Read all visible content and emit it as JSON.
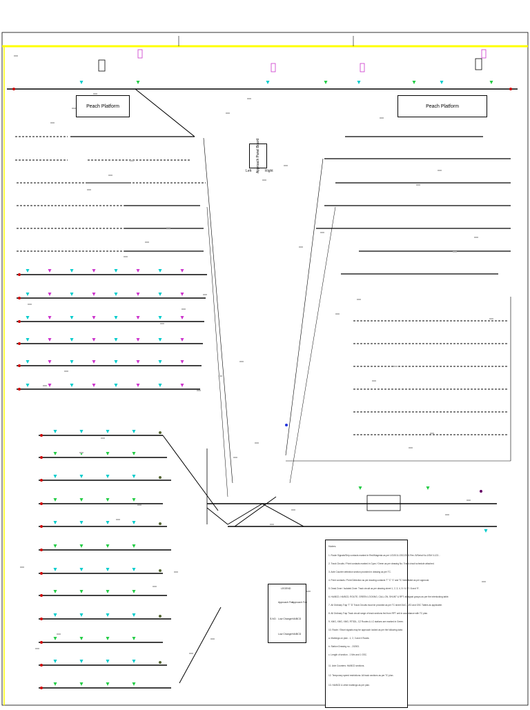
{
  "diagram": {
    "colors": {
      "track": "#000000",
      "yellow_border": "#ffff00",
      "signal_red": "#cc0000",
      "signal_green": "#22cc44",
      "signal_cyan": "#00cccc",
      "signal_magenta": "#cc33cc",
      "marker_blue": "#2233dd",
      "marker_purple": "#660066",
      "marker_olive": "#556633"
    },
    "platforms": [
      "Peach Platform",
      "Peach Platform"
    ],
    "center_box": "Approach Panel Board",
    "center_box_sub": [
      "Left",
      "Right"
    ],
    "legend": {
      "title": "LEGEND",
      "rows": [
        [
          "",
          "Approach Frm",
          "Approach Frm"
        ],
        [
          "S.NO.",
          "Low Change",
          "HA/BCD"
        ],
        [
          "",
          "Low Change",
          "HA/BCD"
        ]
      ]
    },
    "notes_title": "Notes",
    "notes": [
      "1. Route Signals/Ship contacts marked in Red/Magenta as per 1/21S/11-GSC/2001 Rev. B/Serial No.1/SM 0-123...",
      "2. Track Circuits / Point contacts marked in Cyan / Green as per drawing No. Track circuit schedule attached.",
      "3. Axle Counter detection section provided in drawing as per TC.",
      "4. Point contacts / Point Detection as per drawing contacts 'T' 'C' 'V' and TC Note listed as per approval.",
      "5. Dead Zone / Isolated Zone: Track circuit as per drawing sheet 1, 2, 3, 4, 5 / 6 / 7 / 8 and '9'.",
      "6. HA/BCD, HA/BCD, ROUTE, GREEN LOCKING, CALL-ON, SHUNT & RPT: all signal groups as per the interlocking table.",
      "7. All Ordinary Trap 'T' 'D' Track Circuits must be provided as per TC sheet DUC, LED and GSC Tables as applicable.",
      "8. All Ordinary Trap Track circuit range of track sections fed from RPT unit in accordance with TC plan.",
      "9. XMG, XMG, XMG, RTSDL, CZ Routes & LC stations are marked in Green.",
      "10. Route / Shunt signals may be approach locked as per the following data:",
      "   a. Markings on plan - 1, 2, 3 and 4 Roads.",
      "   b. Station Drawing no. - 2/2003.",
      "   c. Length of section - 1 Mm and 1 GSC.",
      "11. Axle Counters: HA/BCD sections.",
      "12. Temporary speed restrictions: All track sections as per TC plan.",
      "13. HA/BCD & other markings as per plan."
    ]
  }
}
